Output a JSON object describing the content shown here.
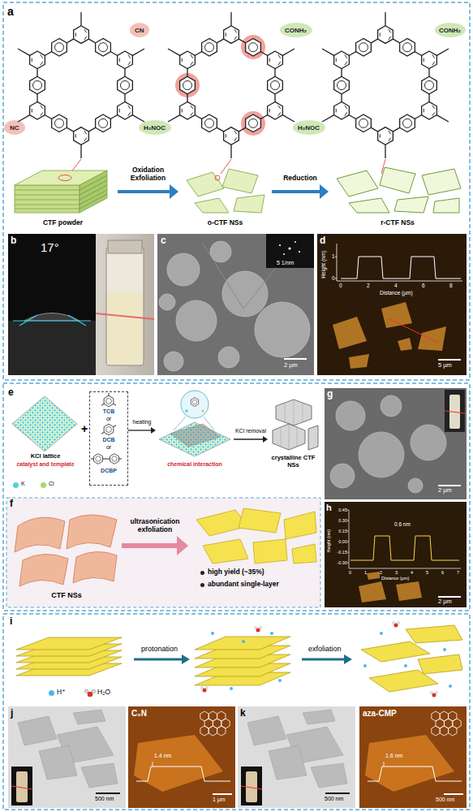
{
  "diagram": {
    "nodes": [
      {
        "text": [
          "CTF powder"
        ]
      },
      {
        "text": [
          "o-CTF NSs"
        ]
      },
      {
        "text": [
          "r-CTF NSs"
        ]
      },
      {
        "text": [
          "KCl lattice",
          "catalyst and template"
        ]
      },
      {
        "text": [
          "TCB",
          "or",
          "DCB",
          "or",
          "DCBP"
        ]
      },
      {
        "text": [
          "chemical interaction"
        ]
      },
      {
        "text": [
          "crystalline CTF NSs"
        ]
      },
      {
        "text": [
          "CTF NSs"
        ]
      },
      {
        "text": [
          "high yield (~35%)",
          "abundant single-layer"
        ]
      }
    ],
    "edges": [
      {
        "from": 0,
        "to": 1,
        "label": "Oxidation Exfoliation",
        "arrow": "to"
      },
      {
        "from": 1,
        "to": 2,
        "label": "Reduction",
        "arrow": "to"
      },
      {
        "from": 4,
        "to": 5,
        "label": "heating",
        "arrow": "to"
      },
      {
        "from": 5,
        "to": 6,
        "label": "KCl removal",
        "arrow": "to"
      },
      {
        "from": 7,
        "to": 8,
        "label": "ultrasonication exfoliation",
        "arrow": "to"
      }
    ],
    "labels": [
      "a",
      "NC",
      "CN",
      "H₂NOC",
      "CONH₂",
      "H₂NOC",
      "CONH₂",
      "b",
      "17°",
      "c",
      "5 1/nm",
      "2 µm",
      "d",
      "Height (nm)",
      "1",
      "0",
      "0",
      "2",
      "4",
      "6",
      "8",
      "Distance (µm)",
      "5 µm",
      "e",
      "+",
      "f",
      "g",
      "2 µm",
      "h",
      "Height (nm)",
      "0.45",
      "0.30",
      "0.15",
      "0.00",
      "-0.15",
      "-0.30",
      "0",
      "1",
      "2",
      "3",
      "4",
      "5",
      "6",
      "7",
      "Distance (µm)",
      "0.6 nm",
      "2 µm",
      "i",
      "protonation",
      "exfoliation",
      "j",
      "500 nm",
      "C₂N",
      "1.4 nm",
      "1 µm",
      "k",
      "500 nm",
      "aza-CMP",
      "1.6 nm",
      "500 nm"
    ],
    "legend": [
      {
        "text": "K",
        "color": "#4fd1e0"
      },
      {
        "text": "Cl",
        "color": "#a8d86a"
      },
      {
        "text": "H⁺",
        "color": "#4cb8e8"
      },
      {
        "text": "H₂O"
      }
    ]
  }
}
